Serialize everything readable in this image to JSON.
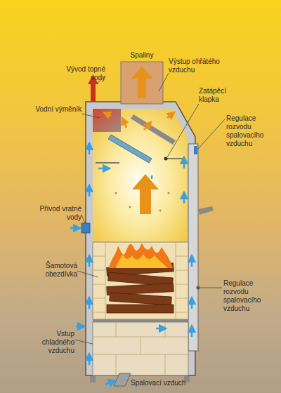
{
  "diagram": {
    "labels": [
      "Spaliny",
      "Vývod topné vody",
      "Výstup ohřátého vzduchu",
      "Vodní výměník",
      "Zatápěcí klapka",
      "Regulace rozvodu spalovacího vzduchu",
      "Přívod vratné vody",
      "Šamotová obezdívka",
      "Regulace rozvodu spalovacího vzduchu",
      "Vstup chladného vzduchu",
      "Spalovací vzduch"
    ]
  }
}
